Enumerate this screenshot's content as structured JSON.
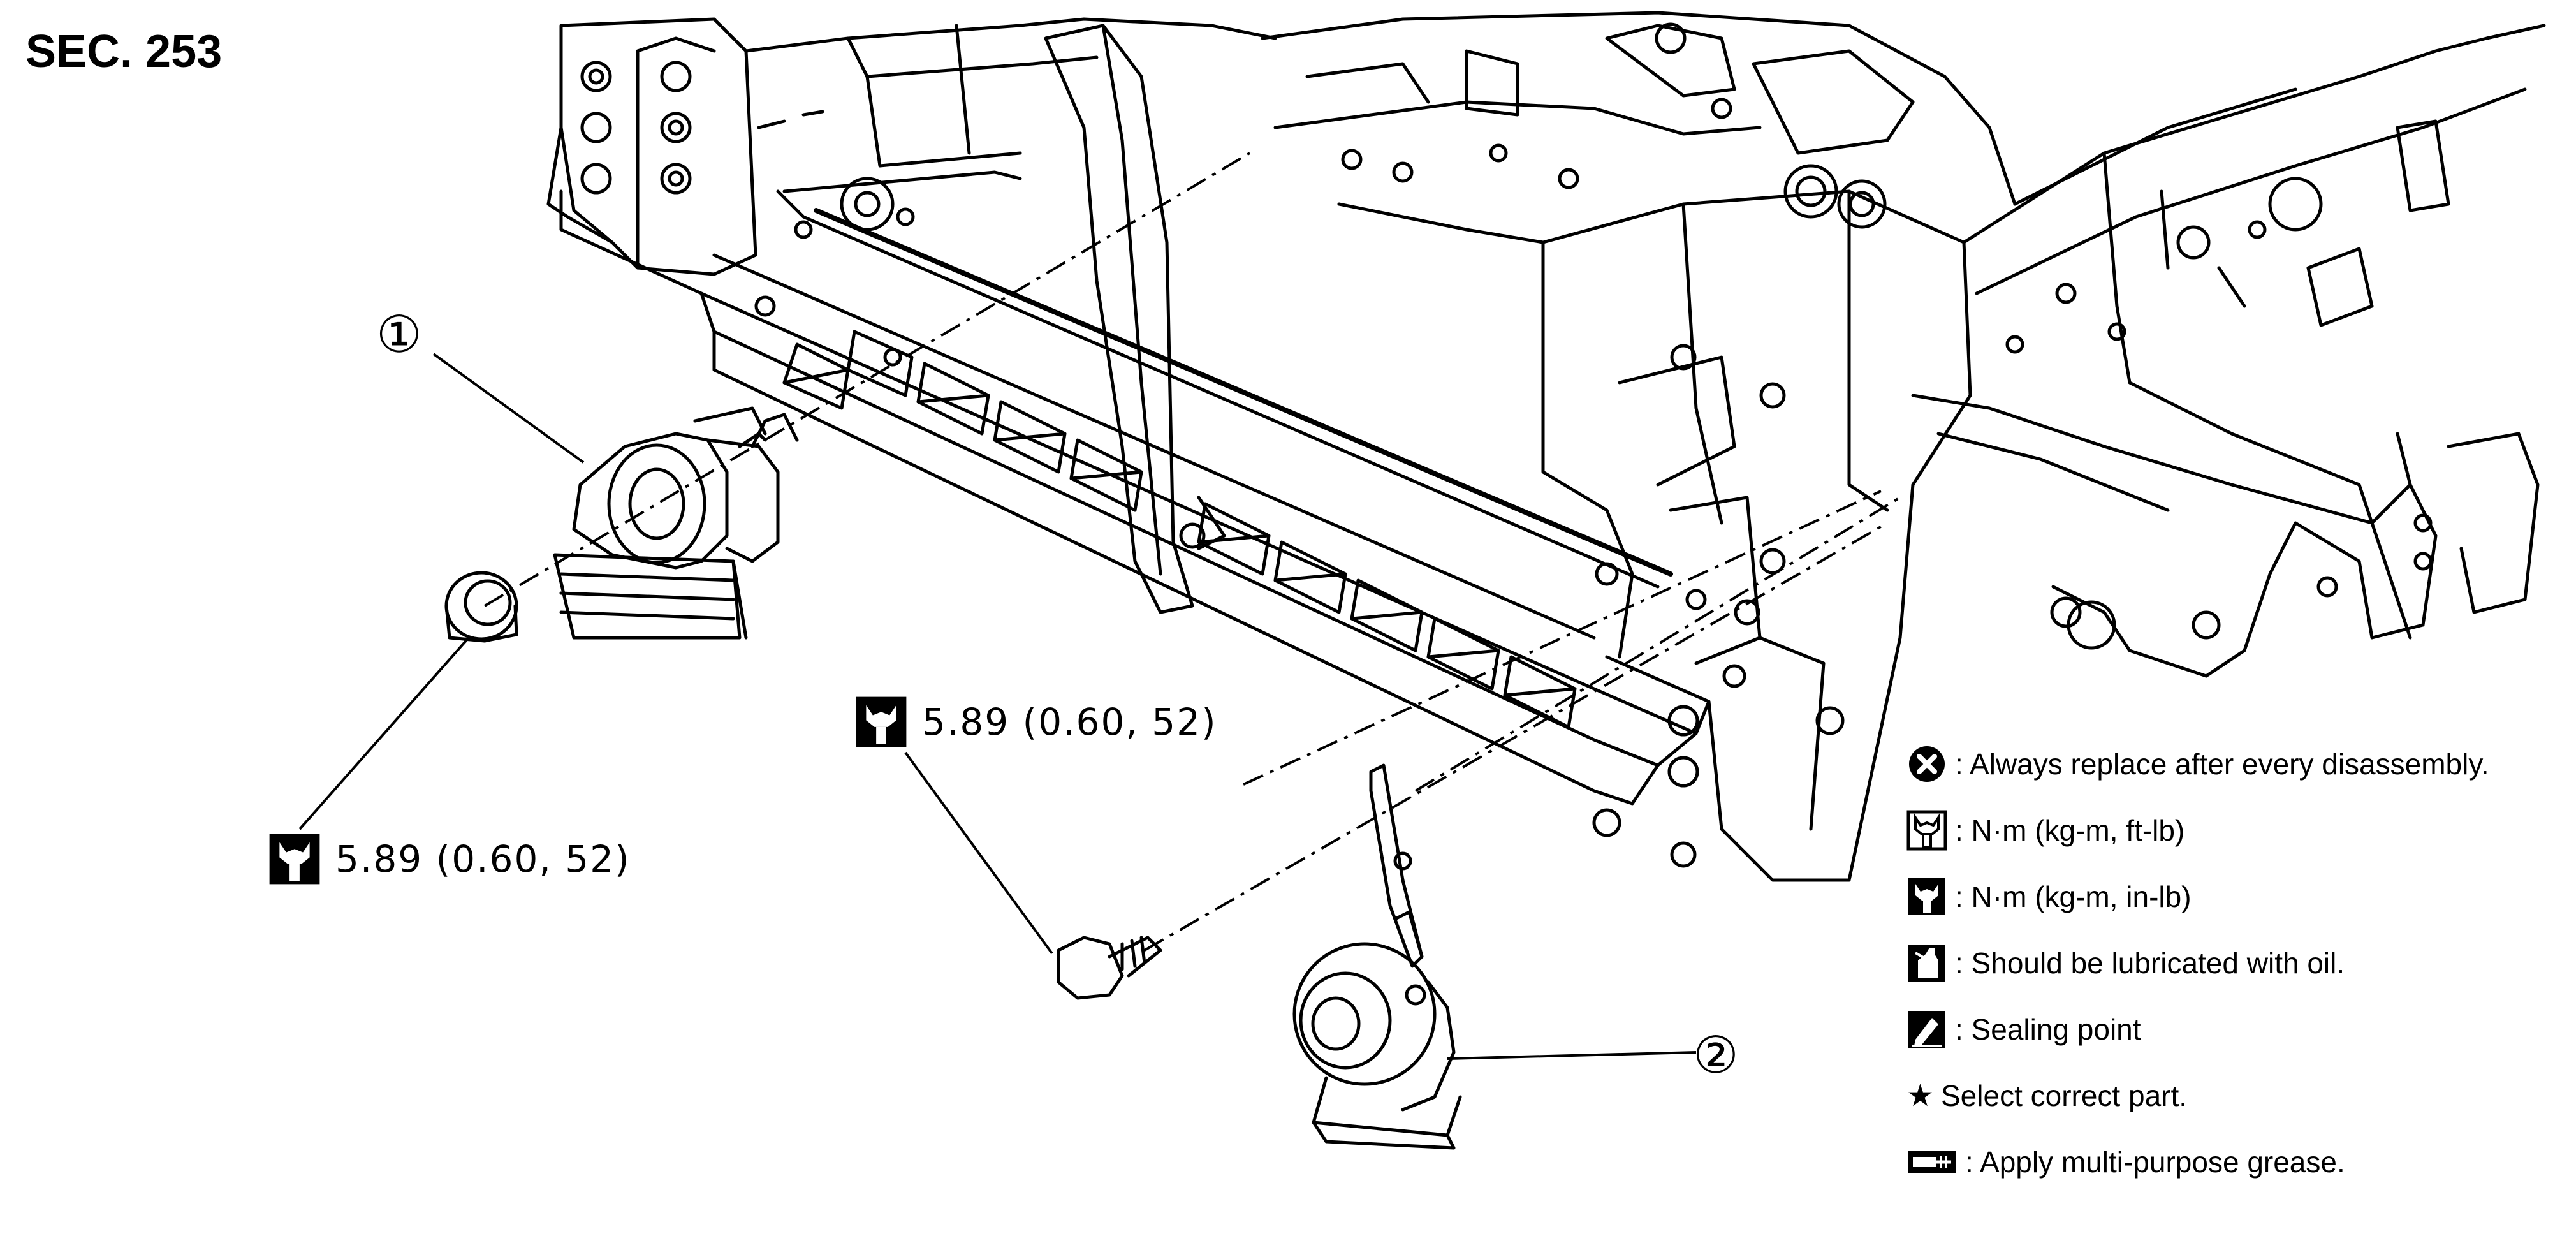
{
  "section": "SEC. 253",
  "callouts": [
    "①",
    "②"
  ],
  "torque_labels": [
    "5.89 (0.60, 52)",
    "5.89 (0.60, 52)"
  ],
  "legend": [
    {
      "icon": "always-replace-icon",
      "text": ": Always replace after every disassembly."
    },
    {
      "icon": "torque-ftlb-icon",
      "text": ": N·m (kg-m, ft-lb)"
    },
    {
      "icon": "torque-inlb-icon",
      "text": ": N·m (kg-m, in-lb)"
    },
    {
      "icon": "oil-can-icon",
      "text": ": Should be lubricated with oil."
    },
    {
      "icon": "sealing-point-icon",
      "text": ": Sealing point"
    },
    {
      "icon": "star-icon",
      "symbol": "★",
      "text": "Select correct part."
    },
    {
      "icon": "grease-icon",
      "text": ": Apply multi-purpose grease."
    }
  ]
}
